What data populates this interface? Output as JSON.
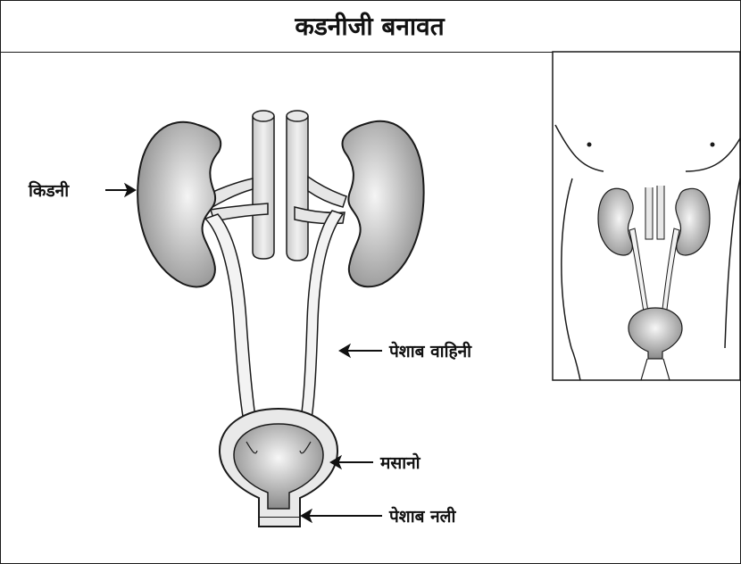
{
  "title": "कडनीजी बनावत",
  "labels": {
    "kidney": "किडनी",
    "ureter": "पेशाब वाहिनी",
    "bladder": "मसानो",
    "urethra": "पेशाब नली"
  },
  "colors": {
    "outline": "#1a1a1a",
    "organ_dark": "#9e9e9e",
    "organ_light": "#f2f2f2",
    "vessel": "#e2e2e2"
  }
}
